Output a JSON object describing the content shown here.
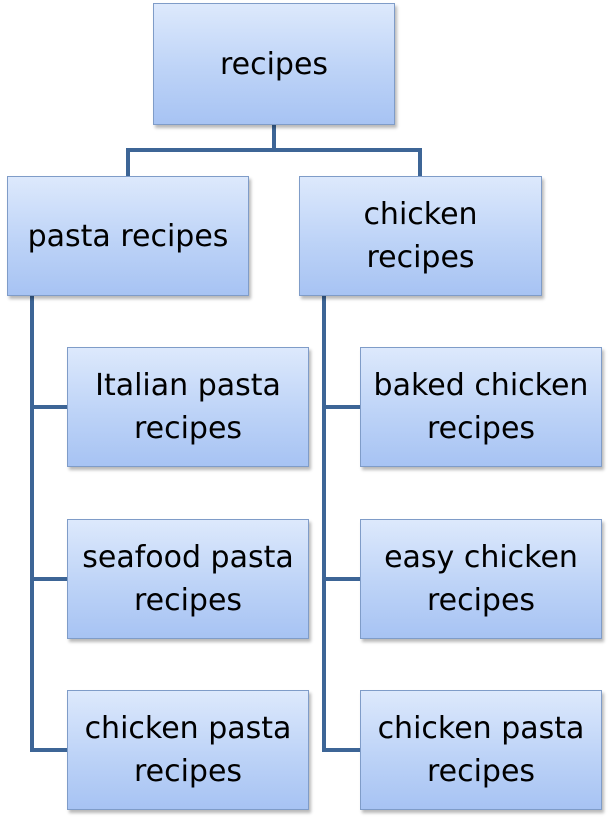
{
  "root": {
    "label": "recipes"
  },
  "branches": [
    {
      "label": "pasta recipes",
      "children": [
        {
          "label": "Italian pasta\nrecipes"
        },
        {
          "label": "seafood  pasta\nrecipes"
        },
        {
          "label": "chicken pasta\nrecipes"
        }
      ]
    },
    {
      "label": "chicken\nrecipes",
      "children": [
        {
          "label": "baked chicken\nrecipes"
        },
        {
          "label": "easy chicken\nrecipes"
        },
        {
          "label": "chicken pasta\nrecipes"
        }
      ]
    }
  ],
  "colors": {
    "box_fill_top": "#dde9fc",
    "box_fill_bottom": "#a7c3f3",
    "connector": "#3d6596",
    "text": "#000000"
  }
}
